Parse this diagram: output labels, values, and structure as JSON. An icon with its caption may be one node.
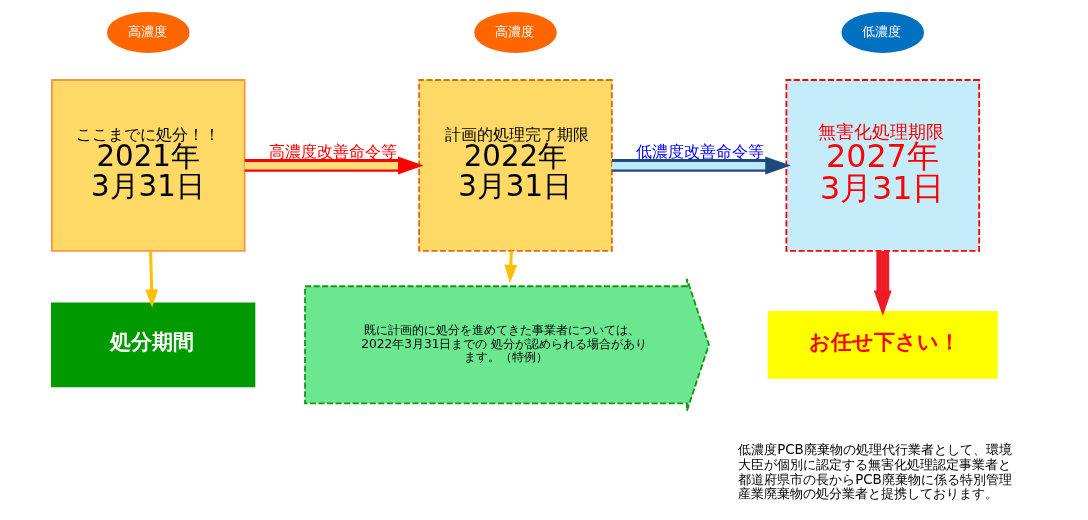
{
  "diagram": {
    "nodes": [
      {
        "text": [
          "高濃度"
        ]
      },
      {
        "text": [
          "ここまでに処分！！",
          "2021年3月31日"
        ]
      },
      {
        "text": [
          "高濃度"
        ]
      },
      {
        "text": [
          "計画的処理完了期限",
          "2022年3月31日"
        ]
      },
      {
        "text": [
          "低濃度"
        ]
      },
      {
        "text": [
          "無害化処理期限",
          "2027年3月31日"
        ]
      },
      {
        "text": [
          "処分期間"
        ]
      },
      {
        "text": [
          "既に計画的に処分を進めてきた事業者については、2022年3月31日までの 処分が認められる場合があります。（特例）"
        ]
      },
      {
        "text": [
          "お任せ下さい！"
        ]
      }
    ],
    "edges": [
      {
        "from": 1,
        "to": 3,
        "arrow": "to",
        "label": "高濃度改善命令等",
        "color": "#ff0000"
      },
      {
        "from": 3,
        "to": 5,
        "arrow": "to",
        "label": "低濃度改善命令等",
        "color": "#1f497d"
      },
      {
        "from": 1,
        "to": 6,
        "arrow": "to"
      },
      {
        "from": 3,
        "to": 7,
        "arrow": "to"
      },
      {
        "from": 5,
        "to": 8,
        "arrow": "to",
        "color": "#ee1c25"
      }
    ],
    "labels": [
      "低濃度PCB廃棄物の処理代行業者として、環境大臣が個別に認定する無害化処理認定事業者と都道府県市の長からPCB廃棄物に係る特別管理産業廃棄物の処分業者と提携しております。"
    ]
  }
}
